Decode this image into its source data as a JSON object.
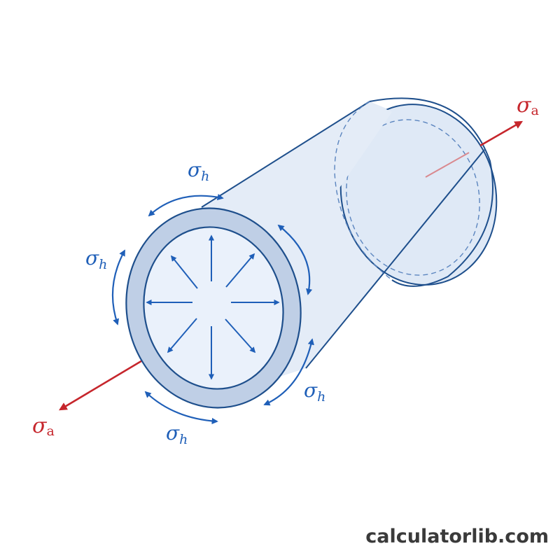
{
  "labels": {
    "axial_symbol": "σ",
    "axial_subscript": "a",
    "hoop_symbol": "σ",
    "hoop_subscript": "h"
  },
  "watermark": "calculatorlib.com",
  "colors": {
    "cylinder_fill": "#e4ecf7",
    "cylinder_outline": "#1e4f8c",
    "wall_fill": "#bfcfe6",
    "bore_fill": "#eaf1fb",
    "far_end_fill": "#dfe9f6",
    "hoop_blue": "#1f5fb8",
    "radial_blue": "#1f5fb8",
    "axial_red": "#c6262c",
    "watermark": "#3a3a3a"
  },
  "icons": {
    "axial_arrow": "arrow-icon",
    "radial_arrow": "arrow-icon",
    "hoop_arrow": "curved-double-arrow-icon"
  }
}
